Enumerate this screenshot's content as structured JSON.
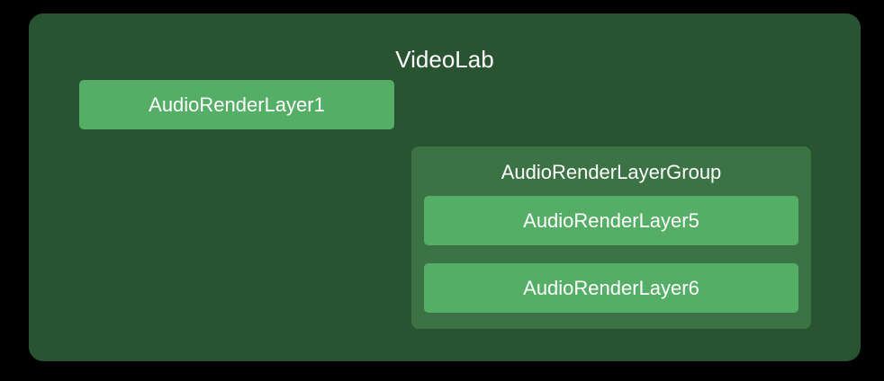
{
  "diagram": {
    "title": "VideoLab",
    "layers": [
      {
        "label": "AudioRenderLayer1"
      }
    ],
    "group": {
      "title": "AudioRenderLayerGroup",
      "layers": [
        {
          "label": "AudioRenderLayer5"
        },
        {
          "label": "AudioRenderLayer6"
        }
      ]
    },
    "colors": {
      "background": "#000000",
      "container": "#295432",
      "group": "#3b7344",
      "layer": "#54ae66",
      "text": "#ffffff"
    }
  }
}
